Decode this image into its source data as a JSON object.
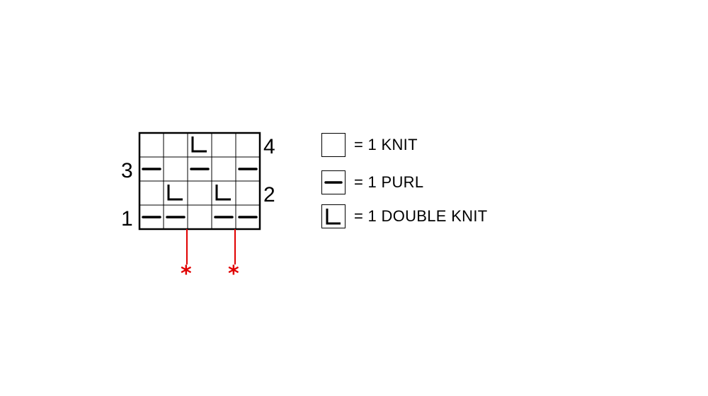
{
  "chart": {
    "rows": [
      [
        "knit",
        "knit",
        "double_knit",
        "knit",
        "knit"
      ],
      [
        "purl",
        "knit",
        "purl",
        "knit",
        "purl"
      ],
      [
        "knit",
        "double_knit",
        "knit",
        "double_knit",
        "knit"
      ],
      [
        "purl",
        "purl",
        "knit",
        "purl",
        "purl"
      ]
    ],
    "row_labels": [
      {
        "text": "4",
        "side": "right",
        "row": 0
      },
      {
        "text": "3",
        "side": "left",
        "row": 1
      },
      {
        "text": "2",
        "side": "right",
        "row": 2
      },
      {
        "text": "1",
        "side": "left",
        "row": 3
      }
    ],
    "markers": [
      {
        "text": "*",
        "after_column": 2,
        "color": "#e00000"
      },
      {
        "text": "*",
        "after_column": 4,
        "color": "#e00000"
      }
    ]
  },
  "legend": [
    {
      "symbol": "knit",
      "label": "= 1 KNIT"
    },
    {
      "symbol": "purl",
      "label": "= 1 PURL"
    },
    {
      "symbol": "double_knit",
      "label": "= 1 DOUBLE KNIT"
    }
  ],
  "colors": {
    "ink": "#000000",
    "marker": "#e00000"
  }
}
